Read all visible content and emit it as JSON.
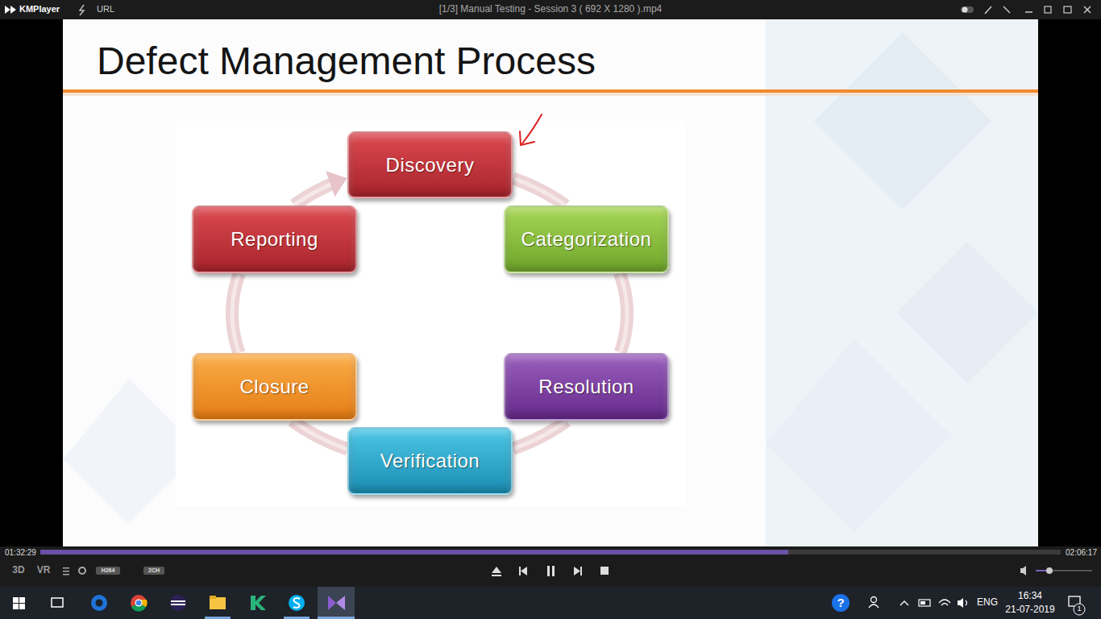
{
  "diagram": {
    "title": "Defect Management Process",
    "nodes": [
      {
        "text": [
          "Discovery"
        ]
      },
      {
        "text": [
          "Categorization"
        ]
      },
      {
        "text": [
          "Resolution"
        ]
      },
      {
        "text": [
          "Verification"
        ]
      },
      {
        "text": [
          "Closure"
        ]
      },
      {
        "text": [
          "Reporting"
        ]
      }
    ],
    "edges": [
      {
        "from": 0,
        "to": 1,
        "arrow": "none"
      },
      {
        "from": 1,
        "to": 2,
        "arrow": "none"
      },
      {
        "from": 2,
        "to": 3,
        "arrow": "none"
      },
      {
        "from": 3,
        "to": 4,
        "arrow": "none"
      },
      {
        "from": 4,
        "to": 5,
        "arrow": "none"
      },
      {
        "from": 5,
        "to": 0,
        "arrow": "to"
      }
    ],
    "labels": [
      "KMPlayer",
      "URL",
      "[1/3] Manual Testing - Session 3 ( 692 X 1280 ).mp4",
      "01:32:29",
      "02:06:17",
      "3D",
      "VR",
      "H264",
      "2CH",
      "?",
      "ENG",
      "16:34",
      "21-07-2019",
      "1"
    ]
  }
}
